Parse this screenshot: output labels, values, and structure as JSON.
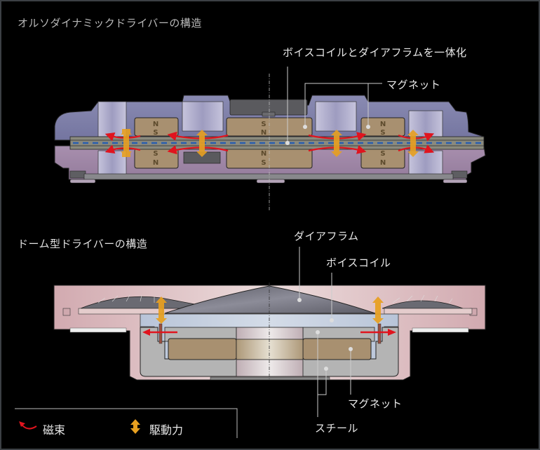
{
  "ortho": {
    "title": "オルソダイナミックドライバーの構造",
    "labels": {
      "vc_diaphragm": "ボイスコイルとダイアフラムを一体化",
      "magnet": "マグネット"
    },
    "magnet_poles": [
      {
        "top": [
          "N",
          "S"
        ],
        "bottom": [
          "S",
          "N"
        ]
      },
      {
        "top": [
          "S",
          "N"
        ],
        "bottom": [
          "N",
          "S"
        ]
      },
      {
        "top": [
          "N",
          "S"
        ],
        "bottom": [
          "S",
          "N"
        ]
      }
    ]
  },
  "dome": {
    "title": "ドーム型ドライバーの構造",
    "labels": {
      "diaphragm": "ダイアフラム",
      "voice_coil": "ボイスコイル",
      "magnet": "マグネット",
      "steel": "スチール"
    }
  },
  "legend": {
    "flux_label": "磁束",
    "force_label": "駆動力",
    "flux_icon": "red-curved-arrow",
    "force_icon": "orange-double-arrow"
  },
  "colors": {
    "background": "#000000",
    "frame": "#3c4044",
    "flux": "#e0141e",
    "force": "#e8a020",
    "coil_dash": "#2a5fb0",
    "magnet": "#a89070",
    "housing_top": "#7e7fa6",
    "housing_bottom": "#a08aa6",
    "dome_housing": "#d8b8bc",
    "steel": "#b4b4b4"
  }
}
